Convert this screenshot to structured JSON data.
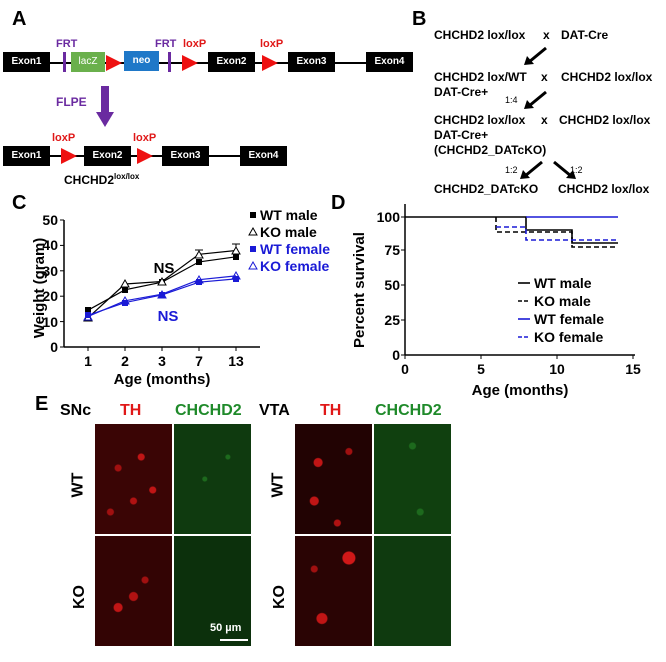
{
  "panels": {
    "A": {
      "letter": "A",
      "top_construct": {
        "exons": [
          "Exon1",
          "Exon2",
          "Exon3",
          "Exon4"
        ],
        "cassette": {
          "lacZ": "lacZ",
          "neo": "neo"
        },
        "frt_labels": [
          "FRT",
          "FRT"
        ],
        "loxp_labels": [
          "loxP",
          "loxP"
        ]
      },
      "arrow_label": "FLPE",
      "bottom_construct": {
        "exons": [
          "Exon1",
          "Exon2",
          "Exon3",
          "Exon4"
        ],
        "loxp_labels": [
          "loxP",
          "loxP"
        ]
      },
      "allele_name": "CHCHD2",
      "allele_sup": "lox/lox",
      "colors": {
        "loxp": "#e01818",
        "frt": "#6a2aa0",
        "lacZ": "#6ab04c",
        "neo": "#1f78c8",
        "flpe_arrow": "#6a2aa0"
      }
    },
    "B": {
      "letter": "B",
      "row1_left": "CHCHD2 lox/lox",
      "row1_x": "x",
      "row1_right": "DAT-Cre",
      "row2_left": "CHCHD2 lox/WT",
      "row2_x": "x",
      "row2_right": "CHCHD2 lox/lox",
      "row2_sub": "DAT-Cre+",
      "ratio1": "1:4",
      "row3_left": "CHCHD2 lox/lox",
      "row3_x": "x",
      "row3_right": "CHCHD2 lox/lox",
      "row3_sub": "DAT-Cre+",
      "row3_sub2": "(CHCHD2_DATcKO)",
      "ratio_left": "1:2",
      "ratio_right": "1:2",
      "row4_left": "CHCHD2_DATcKO",
      "row4_right": "CHCHD2 lox/lox"
    },
    "C": {
      "letter": "C",
      "ns_black": "NS",
      "ns_blue": "NS"
    },
    "D": {
      "letter": "D"
    },
    "E": {
      "letter": "E",
      "regions": [
        "SNc",
        "VTA"
      ],
      "channels": [
        "TH",
        "CHCHD2"
      ],
      "rows": [
        "WT",
        "KO"
      ],
      "scale_bar": "50 µm",
      "colors": {
        "TH": "#e01818",
        "CHCHD2": "#1f8a2a"
      }
    }
  },
  "chart_data": [
    {
      "type": "line",
      "panel": "C",
      "title": "",
      "xlabel": "Age (months)",
      "ylabel": "Weight (gram)",
      "categories": [
        "1",
        "2",
        "3",
        "7",
        "13"
      ],
      "ylim": [
        0,
        50
      ],
      "yticks": [
        0,
        10,
        20,
        30,
        40,
        50
      ],
      "legend_position": "right",
      "series": [
        {
          "name": "WT male",
          "marker": "filled-square",
          "color": "#000000",
          "values": [
            14.5,
            22.5,
            25.5,
            33.5,
            35.5
          ]
        },
        {
          "name": "KO male",
          "marker": "open-triangle",
          "color": "#000000",
          "values": [
            11.5,
            24.8,
            25.8,
            36.5,
            38.0
          ]
        },
        {
          "name": "WT female",
          "marker": "filled-square",
          "color": "#1a1ad6",
          "values": [
            12.5,
            17.5,
            20.5,
            25.5,
            26.8
          ]
        },
        {
          "name": "KO female",
          "marker": "open-triangle",
          "color": "#1a1ad6",
          "values": [
            12.0,
            18.2,
            20.8,
            26.5,
            28.0
          ]
        }
      ],
      "annotations": [
        {
          "text": "NS",
          "color": "#000000",
          "x": "3",
          "y": 30
        },
        {
          "text": "NS",
          "color": "#1a1ad6",
          "x": "3",
          "y": 14
        }
      ]
    },
    {
      "type": "line",
      "subtype": "kaplan-meier",
      "panel": "D",
      "title": "",
      "xlabel": "Age (months)",
      "ylabel": "Percent survival",
      "xlim": [
        0,
        15
      ],
      "ylim": [
        0,
        100
      ],
      "xticks": [
        0,
        5,
        10,
        15
      ],
      "yticks": [
        0,
        25,
        50,
        75,
        100
      ],
      "legend_position": "lower-right inside",
      "series": [
        {
          "name": "WT male",
          "style": "solid",
          "color": "#000000",
          "steps": [
            [
              0,
              100
            ],
            [
              8,
              90
            ],
            [
              11,
              81
            ],
            [
              14,
              81
            ]
          ]
        },
        {
          "name": "KO male",
          "style": "dashed",
          "color": "#000000",
          "steps": [
            [
              0,
              100
            ],
            [
              6,
              89
            ],
            [
              11,
              78
            ],
            [
              14,
              78
            ]
          ]
        },
        {
          "name": "WT female",
          "style": "solid",
          "color": "#1a1ad6",
          "steps": [
            [
              0,
              100
            ],
            [
              14,
              100
            ]
          ]
        },
        {
          "name": "KO female",
          "style": "dashed",
          "color": "#1a1ad6",
          "steps": [
            [
              0,
              100
            ],
            [
              6,
              92
            ],
            [
              8,
              83
            ],
            [
              14,
              83
            ]
          ]
        }
      ]
    }
  ]
}
